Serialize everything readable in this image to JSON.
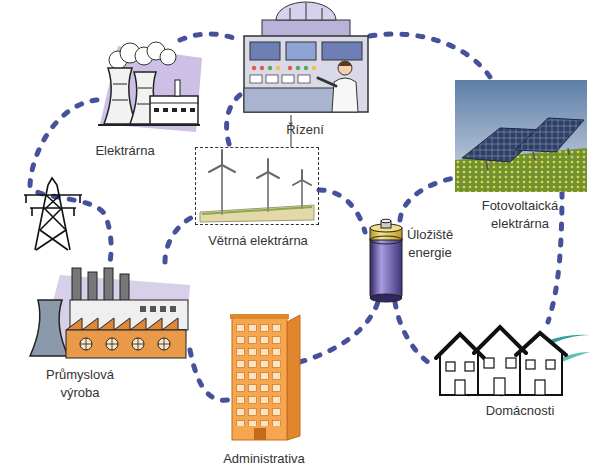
{
  "diagram": {
    "nodes": [
      {
        "text": [
          "Řízení"
        ]
      },
      {
        "text": [
          "Elektrárna"
        ]
      },
      {
        "text": [
          "Fotovoltaická elektrárna"
        ]
      },
      {
        "text": [
          "Větrná elektrárna"
        ]
      },
      {
        "text": [
          "Úložiště energie"
        ]
      },
      {
        "text": [
          "Průmyslová výroba"
        ]
      },
      {
        "text": [
          "Domácnosti"
        ]
      },
      {
        "text": [
          "Administrativa"
        ]
      }
    ],
    "edges": [
      {
        "from": 1,
        "to": 0,
        "arrow": "none"
      },
      {
        "from": 1,
        "to": 5,
        "arrow": "none"
      },
      {
        "from": 0,
        "to": 2,
        "arrow": "none"
      },
      {
        "from": 0,
        "to": 3,
        "arrow": "none"
      },
      {
        "from": 3,
        "to": 4,
        "arrow": "none"
      },
      {
        "from": 4,
        "to": 2,
        "arrow": "none"
      },
      {
        "from": 5,
        "to": 3,
        "arrow": "none"
      },
      {
        "from": 5,
        "to": 7,
        "arrow": "none"
      },
      {
        "from": 7,
        "to": 4,
        "arrow": "none"
      },
      {
        "from": 4,
        "to": 6,
        "arrow": "none"
      },
      {
        "from": 2,
        "to": 6,
        "arrow": "none"
      }
    ]
  }
}
